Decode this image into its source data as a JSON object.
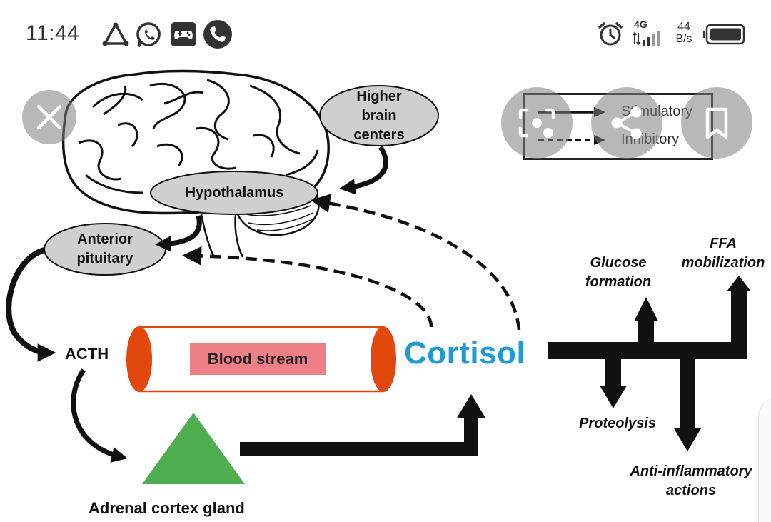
{
  "status_bar": {
    "time": "11:44",
    "network_type": "4G",
    "net_speed_value": "44",
    "net_speed_unit": "B/s",
    "icons": [
      "triangle-app-icon",
      "whatsapp-icon",
      "game-controller-icon",
      "phone-icon",
      "alarm-icon",
      "signal-icon",
      "battery-icon"
    ]
  },
  "figure": {
    "higher_brain_centers": "Higher\nbrain\ncenters",
    "hypothalamus": "Hypothalamus",
    "anterior_pituitary": "Anterior\npituitary",
    "acth": "ACTH",
    "blood_stream": "Blood stream",
    "cortisol": "Cortisol",
    "adrenal_cortex_gland": "Adrenal cortex gland",
    "glucose_formation": "Glucose\nformation",
    "ffa_mobilization": "FFA\nmobilization",
    "proteolysis": "Proteolysis",
    "anti_inflammatory_actions": "Anti-inflammatory\nactions",
    "legend": {
      "stimulatory": "Stimulatory",
      "inhibitory": "Inhibitory"
    },
    "colors": {
      "cortisol_text": "#1f9ad6",
      "blood_box": "#ee7f86",
      "tube_caps": "#e2470e",
      "gland": "#4fae4f",
      "ellipse_fill": "#cfcfcf"
    }
  },
  "controls": {
    "close": "close-icon",
    "lens": "lens-search-icon",
    "share": "share-icon",
    "bookmark": "bookmark-icon"
  }
}
